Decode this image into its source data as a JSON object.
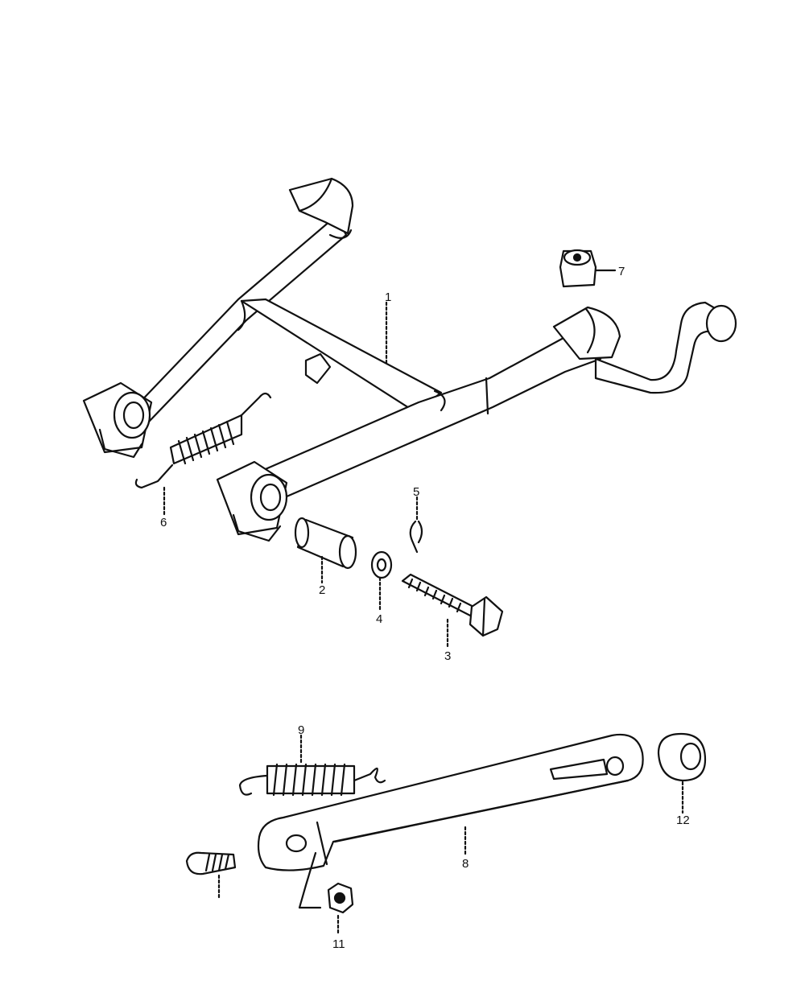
{
  "diagram": {
    "callouts": {
      "stand_frame": "1",
      "spacer": "2",
      "bolt": "3",
      "washer": "4",
      "cotter_pin": "5",
      "main_stand_spring": "6",
      "stopper_top": "7",
      "side_stand": "8",
      "side_stand_spring": "9",
      "side_stand_bolt": "",
      "side_stand_nut": "11",
      "side_stand_stopper": "12"
    }
  },
  "colors": {
    "line": "#111111",
    "paper": "#ffffff"
  }
}
